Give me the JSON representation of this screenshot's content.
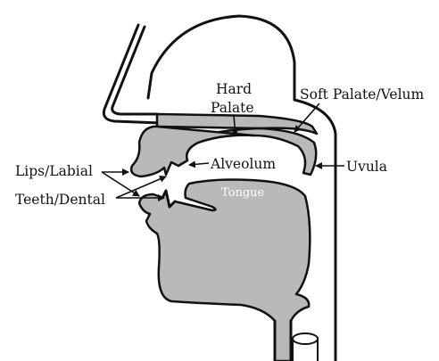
{
  "diagram": {
    "labels": {
      "hard_palate_line1": "Hard",
      "hard_palate_line2": "Palate",
      "soft_palate": "Soft Palate/Velum",
      "lips": "Lips/Labial",
      "alveolum": "Alveolum",
      "uvula": "Uvula",
      "teeth": "Teeth/Dental",
      "tongue": "Tongue"
    },
    "colors": {
      "stroke": "#111111",
      "fill_gray": "#b9b9b9",
      "background": "#ffffff"
    }
  }
}
